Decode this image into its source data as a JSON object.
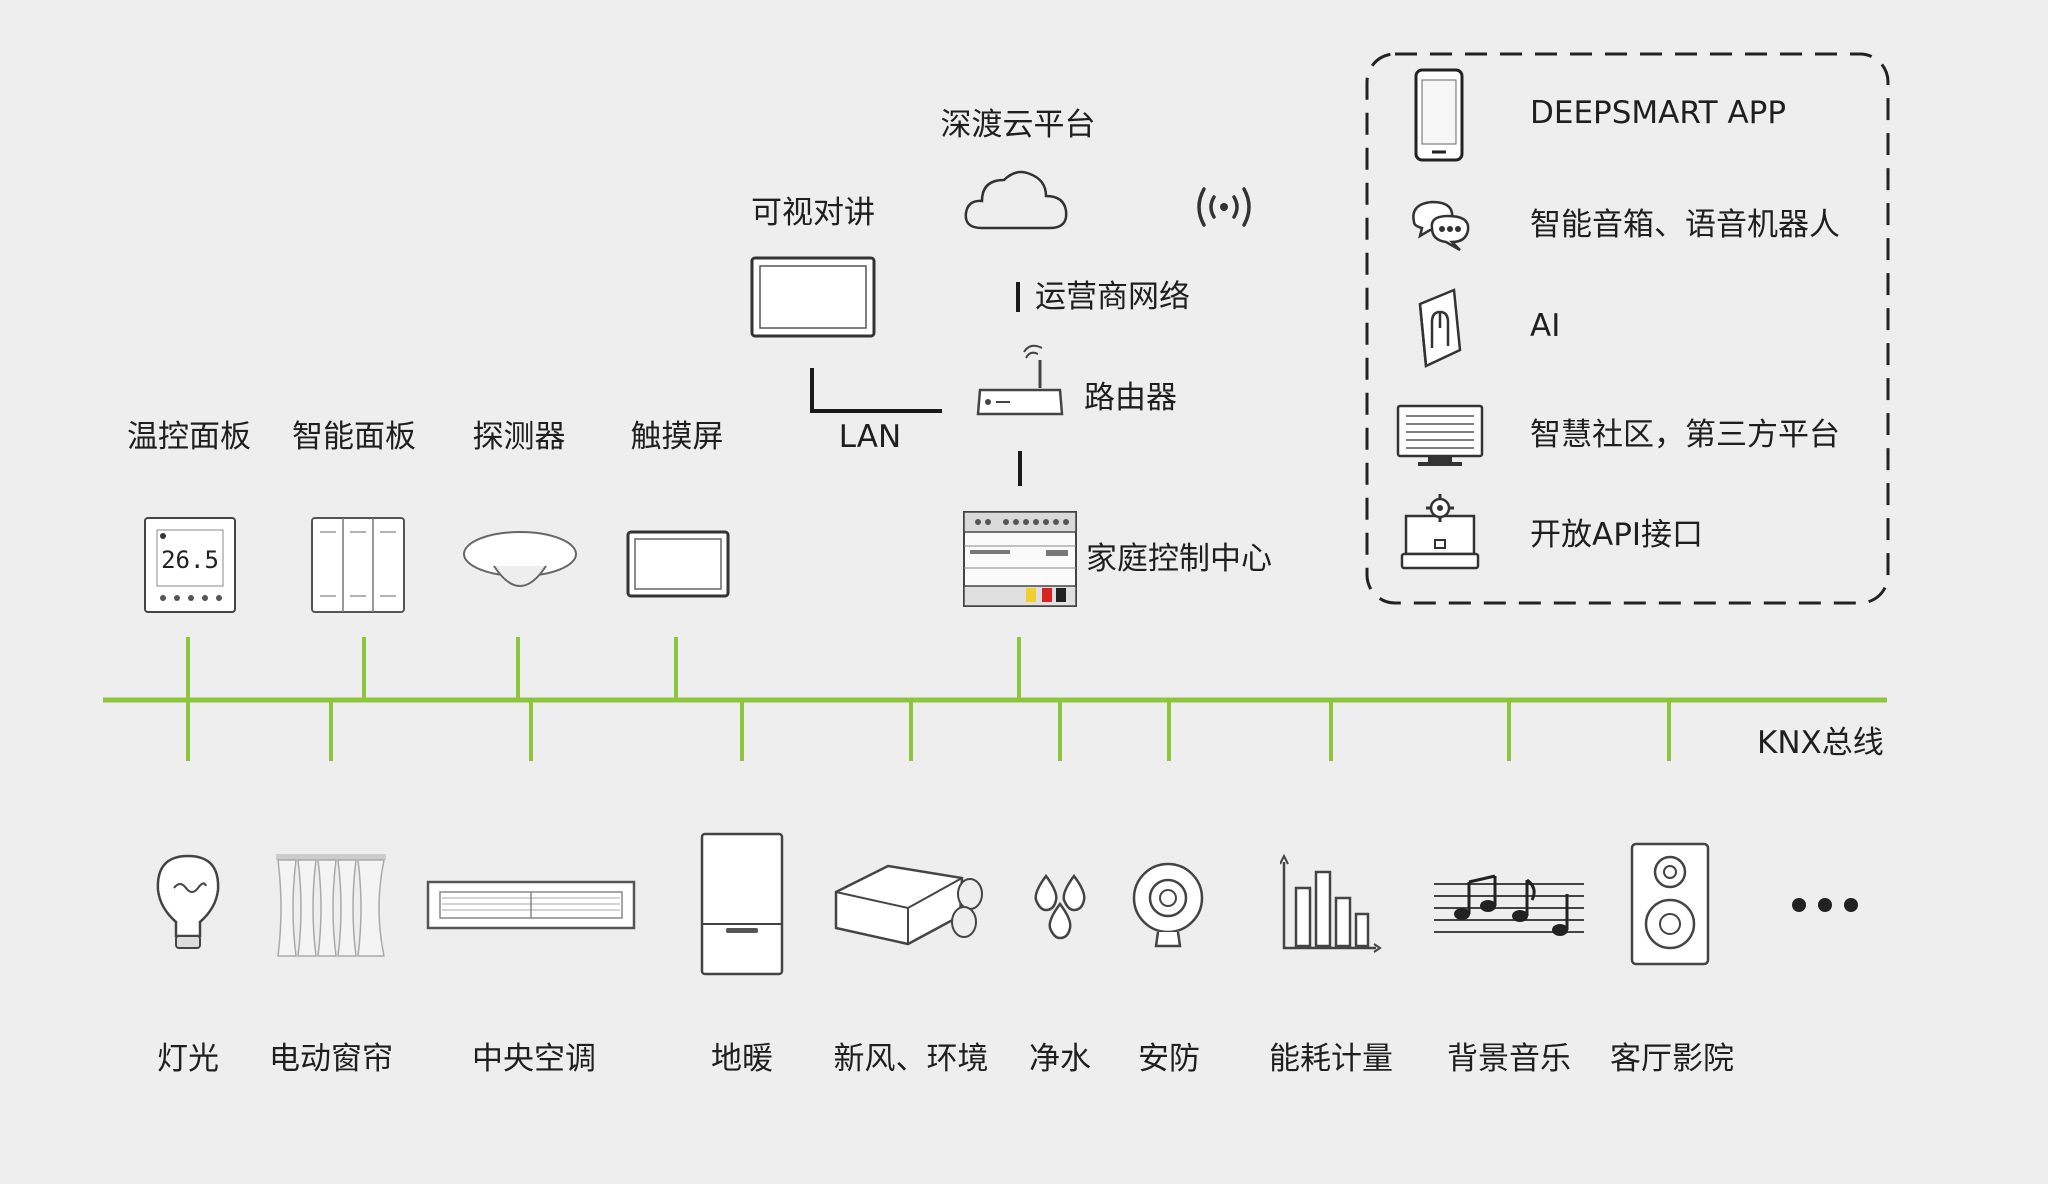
{
  "cloud": {
    "label": "深渡云平台",
    "carrier_label": "运营商网络"
  },
  "intercom": {
    "label": "可视对讲",
    "lan_label": "LAN"
  },
  "router": {
    "label": "路由器"
  },
  "controller": {
    "label": "家庭控制中心"
  },
  "top_devices": [
    {
      "label": "温控面板",
      "icon": "thermostat-panel-icon",
      "display": "26.5"
    },
    {
      "label": "智能面板",
      "icon": "smart-switch-panel-icon"
    },
    {
      "label": "探测器",
      "icon": "ceiling-detector-icon"
    },
    {
      "label": "触摸屏",
      "icon": "touch-screen-icon"
    }
  ],
  "bus": {
    "label": "KNX总线",
    "color": "#8dc53e"
  },
  "bottom_devices": [
    {
      "label": "灯光",
      "icon": "light-bulb-icon"
    },
    {
      "label": "电动窗帘",
      "icon": "curtain-icon"
    },
    {
      "label": "中央空调",
      "icon": "air-conditioner-icon"
    },
    {
      "label": "地暖",
      "icon": "floor-heating-boiler-icon"
    },
    {
      "label": "新风、环境",
      "icon": "fresh-air-unit-icon"
    },
    {
      "label": "净水",
      "icon": "water-drops-icon"
    },
    {
      "label": "安防",
      "icon": "security-camera-icon"
    },
    {
      "label": "能耗计量",
      "icon": "energy-bar-chart-icon"
    },
    {
      "label": "背景音乐",
      "icon": "music-notes-icon"
    },
    {
      "label": "客厅影院",
      "icon": "speaker-icon"
    },
    {
      "label": "",
      "icon": "more-dots-icon"
    }
  ],
  "services": [
    {
      "label": "DEEPSMART APP",
      "icon": "smartphone-icon"
    },
    {
      "label": "智能音箱、语音机器人",
      "icon": "chat-bubbles-icon"
    },
    {
      "label": "AI",
      "icon": "ai-book-icon"
    },
    {
      "label": "智慧社区，第三方平台",
      "icon": "monitor-icon"
    },
    {
      "label": "开放API接口",
      "icon": "api-device-icon"
    }
  ],
  "colors": {
    "line": "#1a1a1a",
    "bus": "#8dc53e",
    "background": "#eeeeee"
  }
}
